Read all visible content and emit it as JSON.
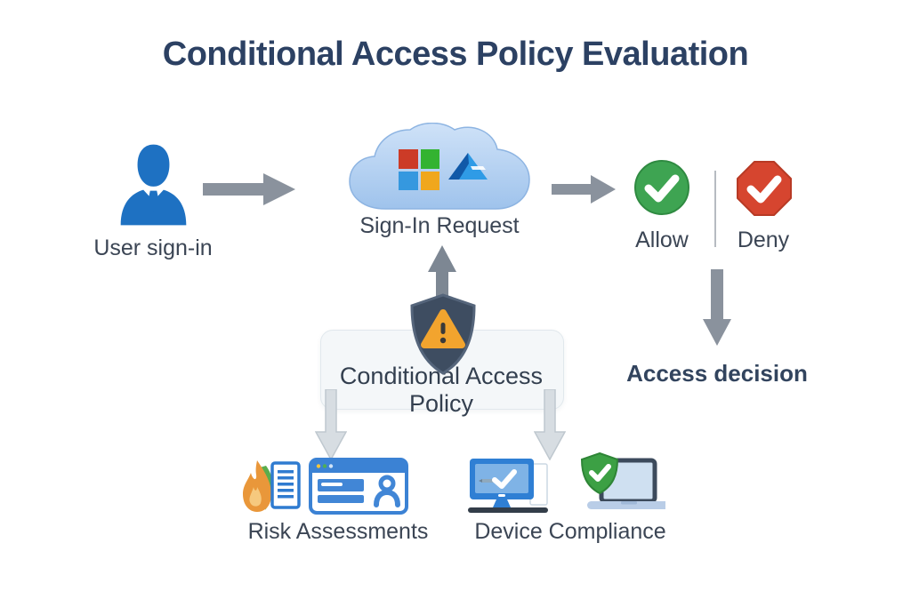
{
  "title": "Conditional Access Policy Evaluation",
  "nodes": {
    "user": {
      "label": "User sign-in",
      "icon": "user-icon"
    },
    "signin": {
      "label": "Sign-In Request",
      "icon": "cloud-icon",
      "logos": [
        "microsoft-logo",
        "azure-logo"
      ]
    },
    "allow": {
      "label": "Allow",
      "icon": "allow-check-circle-icon"
    },
    "deny": {
      "label": "Deny",
      "icon": "deny-check-octagon-icon"
    },
    "policy": {
      "label": "Conditional Access Policy",
      "icon": "shield-warning-icon"
    },
    "decision": {
      "label": "Access decision"
    },
    "risk": {
      "label": "Risk Assessments",
      "icons": [
        "flame-icon",
        "document-icon",
        "id-card-icon"
      ]
    },
    "device": {
      "label": "Device Compliance",
      "icons": [
        "monitor-check-icon",
        "laptop-shield-icon"
      ]
    }
  },
  "colors": {
    "title_text": "#2c4163",
    "label_text": "#3b4554",
    "arrow_gray": "#8a929d",
    "light_arrow": "#d7dde2",
    "user_blue": "#1e71c2",
    "cloud_blue": "#aecdf0",
    "allow_green": "#3ea452",
    "deny_red": "#d6452f",
    "shield_slate": "#3e4d61",
    "warning_orange": "#f2a42e",
    "icon_blue": "#2f7fd4",
    "ms_red": "#cc3b27",
    "ms_green": "#33b331",
    "ms_blue": "#3598df",
    "ms_yellow": "#f0a71d"
  }
}
